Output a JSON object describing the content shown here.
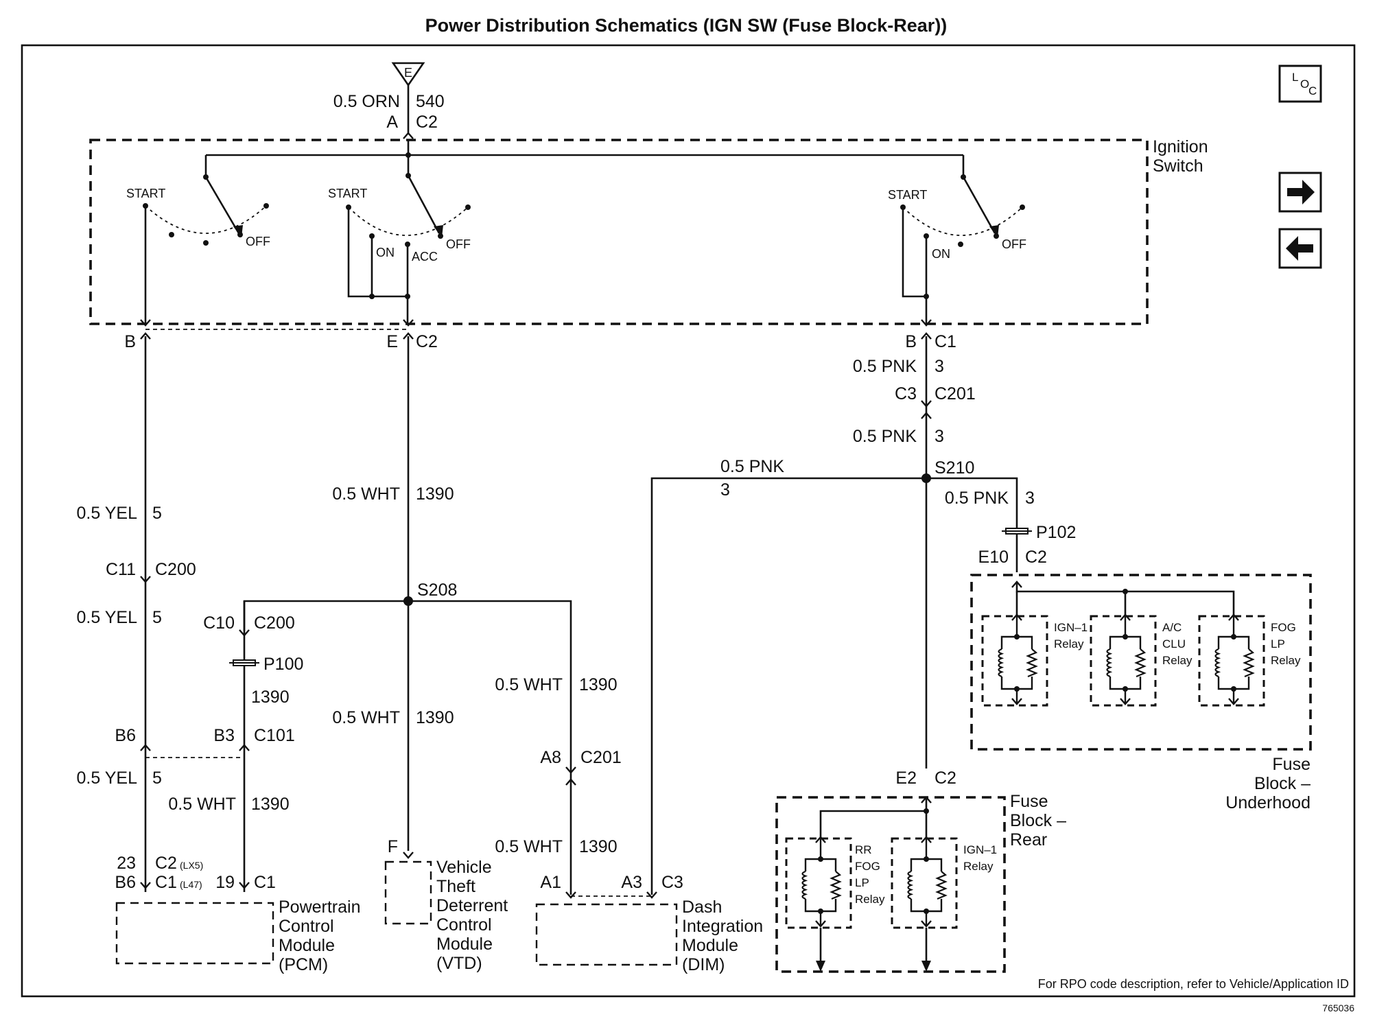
{
  "title": "Power Distribution Schematics (IGN SW (Fuse Block-Rear))",
  "footer_note": "For RPO code description, refer to Vehicle/Application ID",
  "figure_id": "765036",
  "nav": {
    "loc_icon": "location-icon",
    "next_icon": "arrow-right-icon",
    "prev_icon": "arrow-left-icon"
  },
  "feed": {
    "terminal": "E",
    "wire": "0.5 ORN",
    "circuit": "540",
    "pin": "A",
    "conn": "C2"
  },
  "ignition_switch": {
    "label": [
      "Ignition",
      "Switch"
    ],
    "start": "START",
    "off": "OFF",
    "on": "ON",
    "acc": "ACC"
  },
  "pins": {
    "b_left": "B",
    "e": "E",
    "e_conn": "C2",
    "b_right": "B",
    "b_right_conn": "C1",
    "c3": "C3",
    "c201": "C201",
    "c11": "C11",
    "c200a": "C200",
    "c10": "C10",
    "c200b": "C200",
    "b6": "B6",
    "b3": "B3",
    "c101": "C101",
    "a8": "A8",
    "c201b": "C201",
    "e10": "E10",
    "e10_conn": "C2",
    "e2": "E2",
    "e2_conn": "C2",
    "pcm_23": "23",
    "pcm_c2": "C2",
    "pcm_lx5": "(LX5)",
    "pcm_b6": "B6",
    "pcm_c1": "C1",
    "pcm_l47": "(L47)",
    "pcm_19": "19",
    "pcm_c1b": "C1",
    "vtd_f": "F",
    "dim_a1": "A1",
    "dim_a3": "A3",
    "dim_c3": "C3"
  },
  "wires": {
    "pnk1": "0.5 PNK",
    "pnk1_num": "3",
    "pnk2": "0.5 PNK",
    "pnk2_num": "3",
    "pnk_h": "0.5 PNK",
    "pnk_h_num": "3",
    "pnk_r": "0.5 PNK",
    "pnk_r_num": "3",
    "yel1": "0.5 YEL",
    "yel1_num": "5",
    "yel2": "0.5 YEL",
    "yel2_num": "5",
    "yel3": "0.5 YEL",
    "yel3_num": "5",
    "wht_main": "0.5 WHT",
    "wht_main_num": "1390",
    "wht_vtd": "0.5 WHT",
    "wht_vtd_num": "1390",
    "wht_dim1": "0.5 WHT",
    "wht_dim1_num": "1390",
    "wht_dim2": "0.5 WHT",
    "wht_dim2_num": "1390",
    "wht_pcm_num": "1390",
    "wht_pcm": "0.5 WHT",
    "wht_pcm2_num": "1390"
  },
  "splices": {
    "s210": "S210",
    "s208": "S208",
    "p102": "P102",
    "p100": "P100"
  },
  "fuse_block_underhood": {
    "label": [
      "Fuse",
      "Block –",
      "Underhood"
    ],
    "relays": [
      [
        "IGN–1",
        "Relay"
      ],
      [
        "A/C",
        "CLU",
        "Relay"
      ],
      [
        "FOG",
        "LP",
        "Relay"
      ]
    ]
  },
  "fuse_block_rear": {
    "label": [
      "Fuse",
      "Block –",
      "Rear"
    ],
    "relays": [
      [
        "RR",
        "FOG",
        "LP",
        "Relay"
      ],
      [
        "IGN–1",
        "Relay"
      ]
    ]
  },
  "modules": {
    "pcm": [
      "Powertrain",
      "Control",
      "Module",
      "(PCM)"
    ],
    "vtd": [
      "Vehicle",
      "Theft",
      "Deterrent",
      "Control",
      "Module",
      "(VTD)"
    ],
    "dim": [
      "Dash",
      "Integration",
      "Module",
      "(DIM)"
    ]
  }
}
